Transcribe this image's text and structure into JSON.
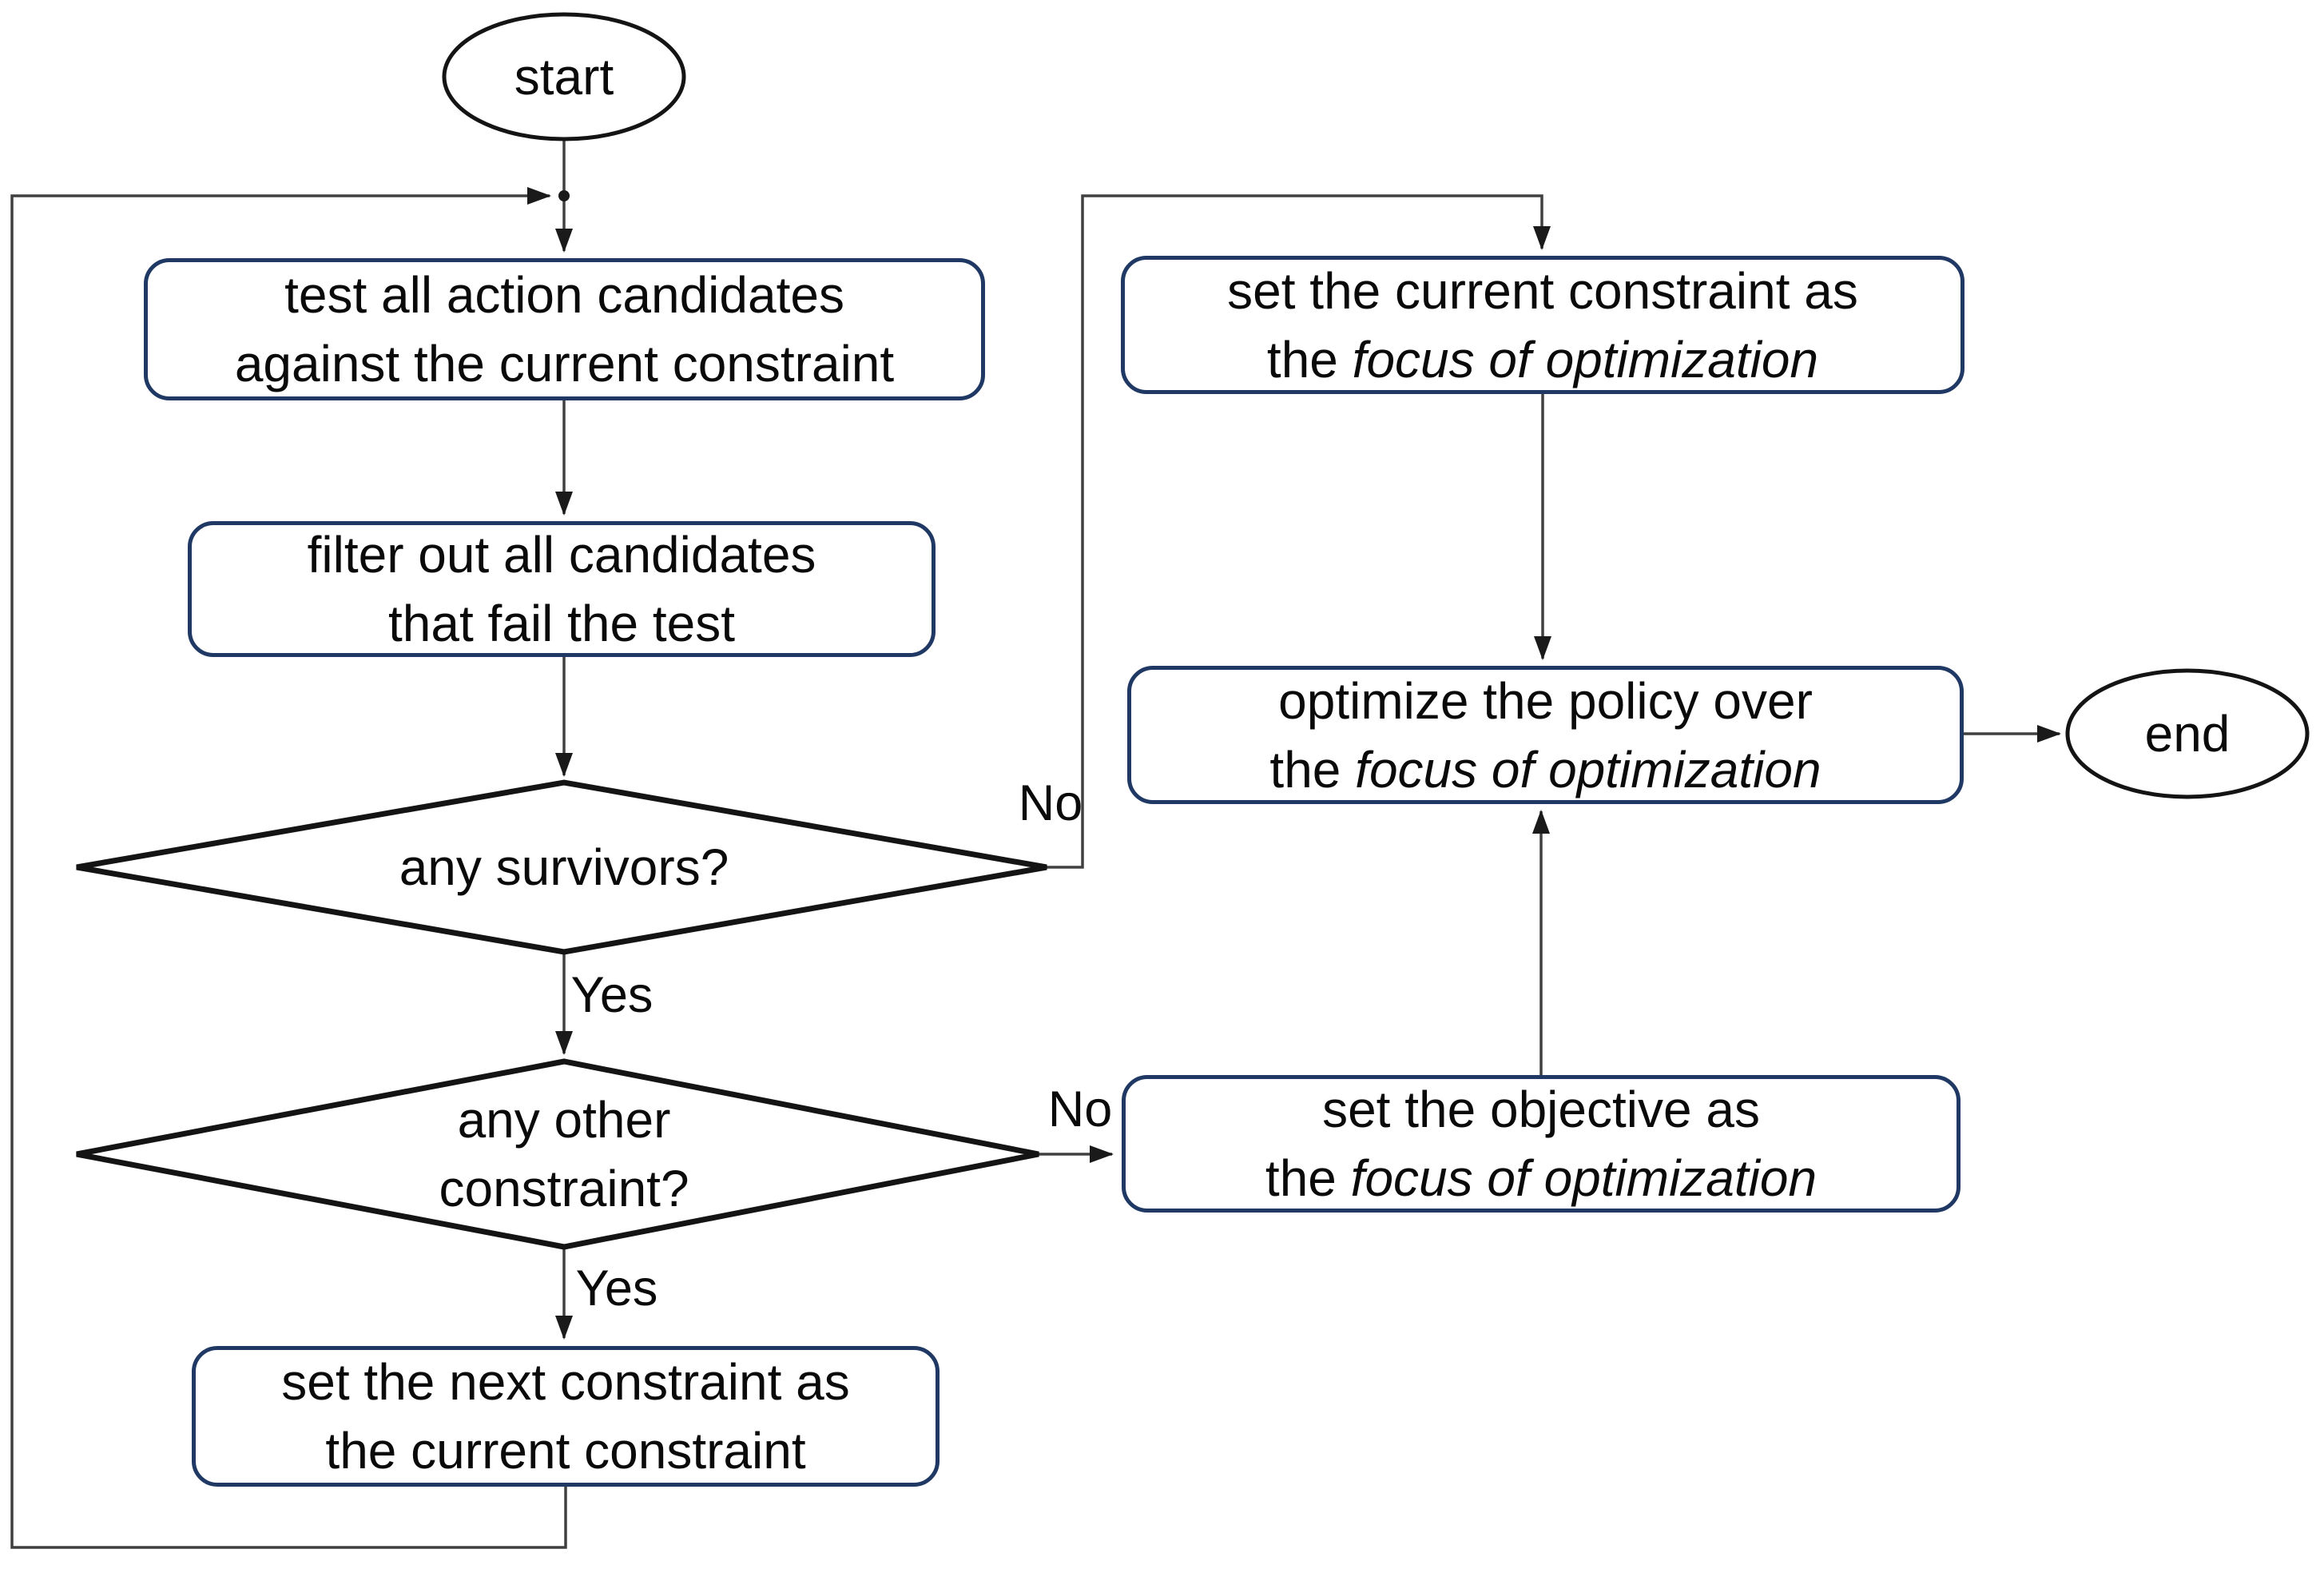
{
  "nodes": {
    "start": {
      "label": "start"
    },
    "test_candidates": {
      "line1": "test all action candidates",
      "line2": "against the current constraint"
    },
    "filter_candidates": {
      "line1": "filter out all candidates",
      "line2": "that fail the test"
    },
    "any_survivors": {
      "label": "any survivors?"
    },
    "any_other_constraint": {
      "line1": "any other",
      "line2": "constraint?"
    },
    "set_next_constraint": {
      "line1": "set the next constraint as",
      "line2": "the current constraint"
    },
    "set_current_constraint": {
      "line1": "set the current constraint as",
      "line2_prefix": "the ",
      "line2_italic": "focus of optimization"
    },
    "optimize_policy": {
      "line1": "optimize the policy over",
      "line2_prefix": "the ",
      "line2_italic": "focus of optimization"
    },
    "set_objective": {
      "line1": "set the objective as",
      "line2_prefix": "the ",
      "line2_italic": "focus of optimization"
    },
    "end": {
      "label": "end"
    }
  },
  "edge_labels": {
    "any_survivors_no": "No",
    "any_survivors_yes": "Yes",
    "any_other_constraint_no": "No",
    "any_other_constraint_yes": "Yes"
  },
  "colors": {
    "process_border": "#1f3864",
    "shape_stroke": "#141414",
    "connector": "#404040",
    "text": "#000000",
    "background": "#ffffff"
  }
}
